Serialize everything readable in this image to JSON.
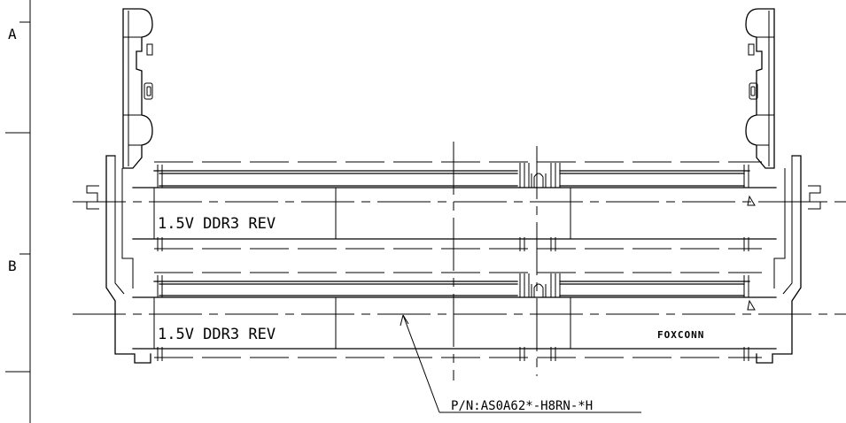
{
  "drawing": {
    "zones": [
      "A",
      "B"
    ],
    "slot_labels": [
      "1.5V DDR3 REV",
      "1.5V DDR3 REV"
    ],
    "brand": "FOXCONN",
    "part_number": "P/N:AS0A62*-H8RN-*H",
    "colors": {
      "line": "#000000",
      "background": "#ffffff"
    }
  }
}
